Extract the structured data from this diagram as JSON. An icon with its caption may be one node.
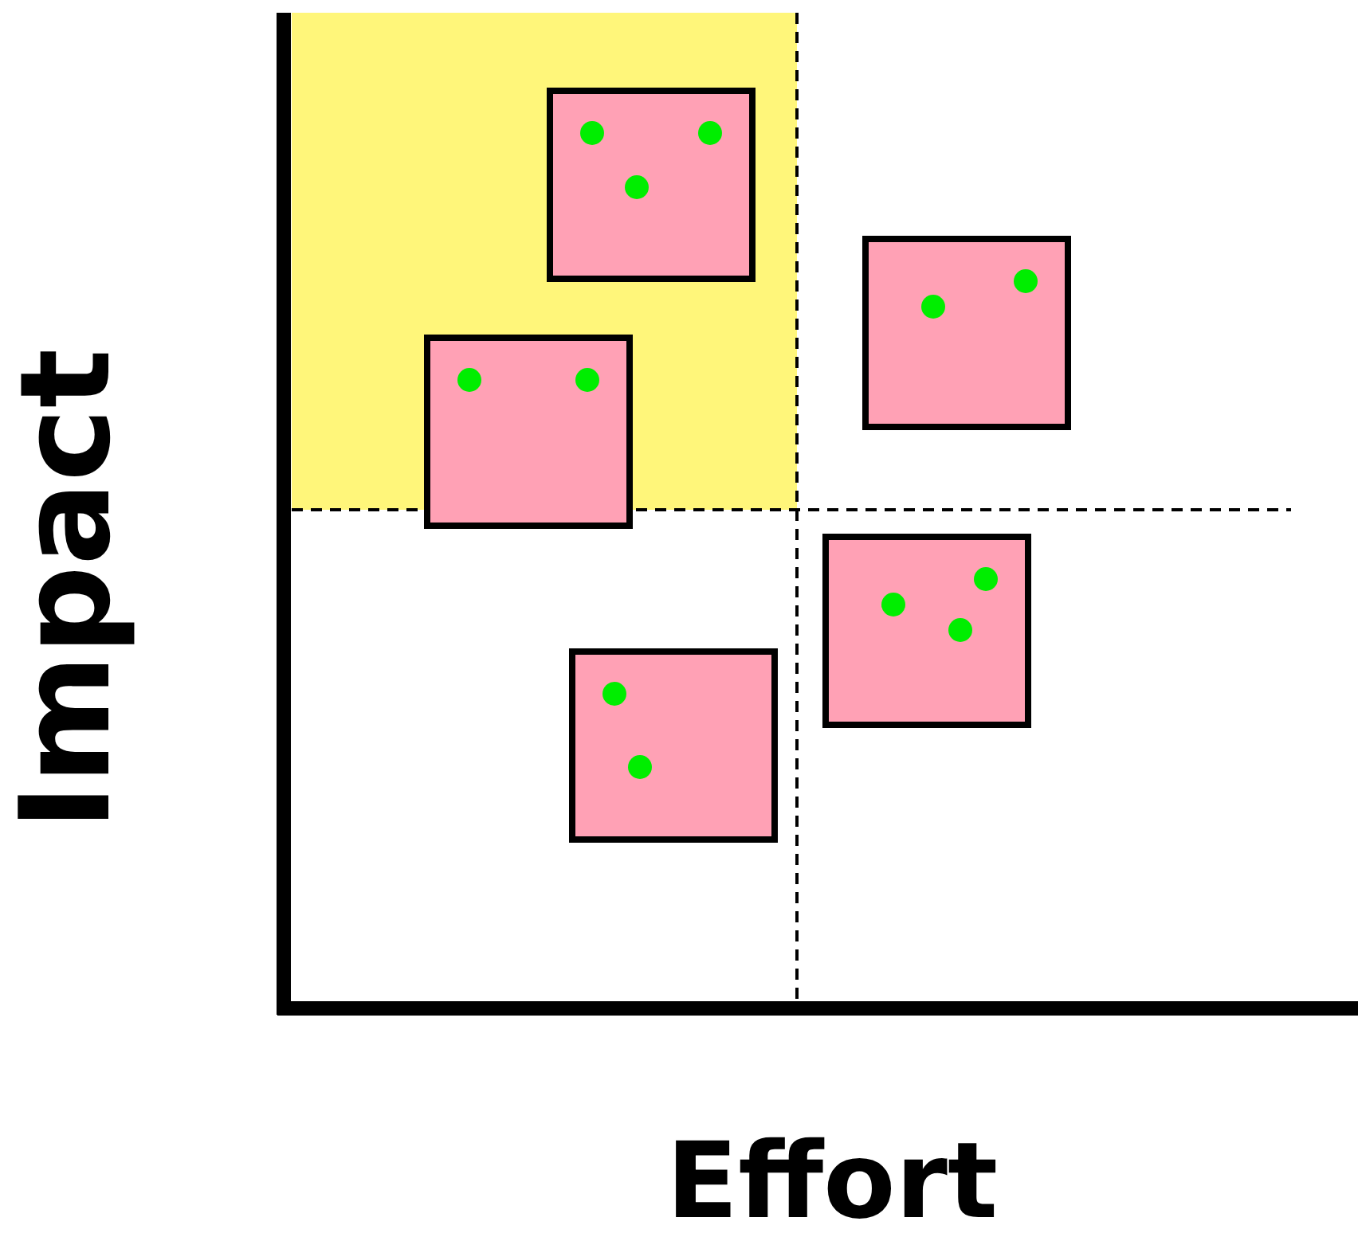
{
  "diagram": {
    "nodes": [
      {
        "text": [],
        "shape": "box"
      },
      {
        "text": [],
        "shape": "box"
      },
      {
        "text": [],
        "shape": "box"
      },
      {
        "text": [],
        "shape": "box"
      },
      {
        "text": [],
        "shape": "box"
      }
    ],
    "labels": [
      "Impact",
      "Effort"
    ]
  }
}
